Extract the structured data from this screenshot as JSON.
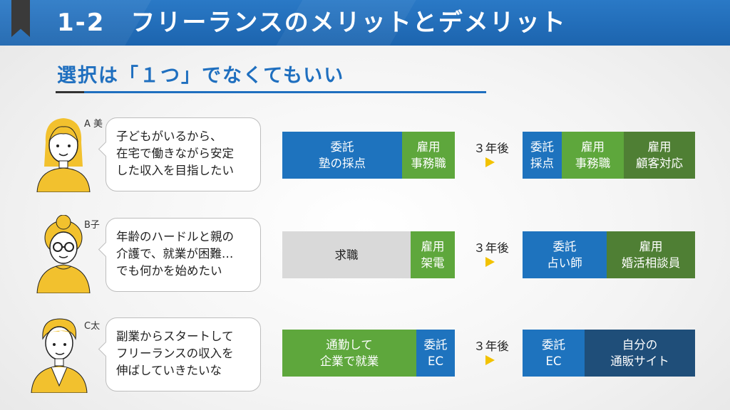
{
  "header": {
    "title": "1-2　フリーランスのメリットとデメリット"
  },
  "subtitle": "選択は「１つ」でなくてもいい",
  "rows": [
    {
      "name": "A 美",
      "bubble": [
        "子どもがいるから、",
        "在宅で働きながら安定",
        "した収入を目指したい"
      ],
      "before": [
        {
          "lines": [
            "委託",
            "塾の採点"
          ],
          "color": "#1e73be"
        },
        {
          "lines": [
            "雇用",
            "事務職"
          ],
          "color": "#5ea73c"
        }
      ],
      "arrow": "３年後",
      "after": [
        {
          "lines": [
            "委託",
            "採点"
          ],
          "color": "#1e73be"
        },
        {
          "lines": [
            "雇用",
            "事務職"
          ],
          "color": "#5ea73c"
        },
        {
          "lines": [
            "雇用",
            "顧客対応"
          ],
          "color": "#4f7f34"
        }
      ]
    },
    {
      "name": "B子",
      "bubble": [
        "年齢のハードルと親の",
        "介護で、就業が困難…",
        "でも何かを始めたい"
      ],
      "before": [
        {
          "lines": [
            "求職"
          ],
          "color": "#d9d9d9"
        },
        {
          "lines": [
            "雇用",
            "架電"
          ],
          "color": "#5ea73c"
        }
      ],
      "arrow": "３年後",
      "after": [
        {
          "lines": [
            "委託",
            "占い師"
          ],
          "color": "#1e73be"
        },
        {
          "lines": [
            "雇用",
            "婚活相談員"
          ],
          "color": "#4f7f34"
        }
      ]
    },
    {
      "name": "C太",
      "bubble": [
        "副業からスタートして",
        "フリーランスの収入を",
        "伸ばしていきたいな"
      ],
      "before": [
        {
          "lines": [
            "通勤して",
            "企業で就業"
          ],
          "color": "#5ea73c"
        },
        {
          "lines": [
            "委託",
            "EC"
          ],
          "color": "#1e73be"
        }
      ],
      "arrow": "３年後",
      "after": [
        {
          "lines": [
            "委託",
            "EC"
          ],
          "color": "#1e73be"
        },
        {
          "lines": [
            "自分の",
            "通販サイト"
          ],
          "color": "#1f4e79"
        }
      ]
    }
  ]
}
